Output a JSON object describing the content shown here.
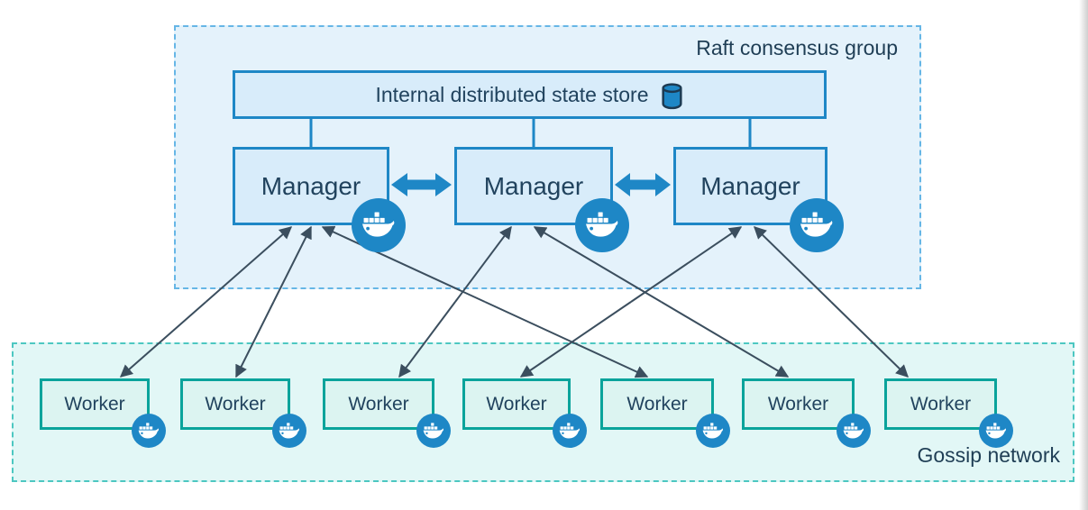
{
  "raft_group": {
    "label": "Raft consensus group",
    "state_store": {
      "label": "Internal distributed state store",
      "icon": "database-icon"
    },
    "managers": [
      {
        "label": "Manager",
        "icon": "docker-icon"
      },
      {
        "label": "Manager",
        "icon": "docker-icon"
      },
      {
        "label": "Manager",
        "icon": "docker-icon"
      }
    ],
    "peer_links": [
      {
        "from": "manager-1",
        "to": "manager-2",
        "style": "thick-double-arrow"
      },
      {
        "from": "manager-2",
        "to": "manager-3",
        "style": "thick-double-arrow"
      }
    ],
    "store_links": [
      "manager-1",
      "manager-2",
      "manager-3"
    ]
  },
  "gossip_network": {
    "label": "Gossip network",
    "workers": [
      {
        "label": "Worker",
        "icon": "docker-icon"
      },
      {
        "label": "Worker",
        "icon": "docker-icon"
      },
      {
        "label": "Worker",
        "icon": "docker-icon"
      },
      {
        "label": "Worker",
        "icon": "docker-icon"
      },
      {
        "label": "Worker",
        "icon": "docker-icon"
      },
      {
        "label": "Worker",
        "icon": "docker-icon"
      },
      {
        "label": "Worker",
        "icon": "docker-icon"
      }
    ]
  },
  "connections": [
    {
      "from": "manager-1",
      "to": "worker-1",
      "style": "double-arrow"
    },
    {
      "from": "manager-1",
      "to": "worker-2",
      "style": "double-arrow"
    },
    {
      "from": "manager-1",
      "to": "worker-5",
      "style": "double-arrow"
    },
    {
      "from": "manager-2",
      "to": "worker-3",
      "style": "double-arrow"
    },
    {
      "from": "manager-2",
      "to": "worker-6",
      "style": "double-arrow"
    },
    {
      "from": "manager-3",
      "to": "worker-4",
      "style": "double-arrow"
    },
    {
      "from": "manager-3",
      "to": "worker-7",
      "style": "double-arrow"
    }
  ],
  "colors": {
    "docker_blue": "#1e87c6",
    "blue_box_fill": "#d8ecfa",
    "blue_group_fill": "#e4f2fb",
    "blue_dash_border": "#66b6e6",
    "teal_border": "#0aa39b",
    "teal_box_fill": "#dcf4f1",
    "teal_group_fill": "#e2f7f6",
    "teal_dash_border": "#4cc7c1",
    "connector_dark": "#3b4e5e",
    "text_dark": "#1f3e55",
    "db_icon_outline": "#1c3a52"
  }
}
